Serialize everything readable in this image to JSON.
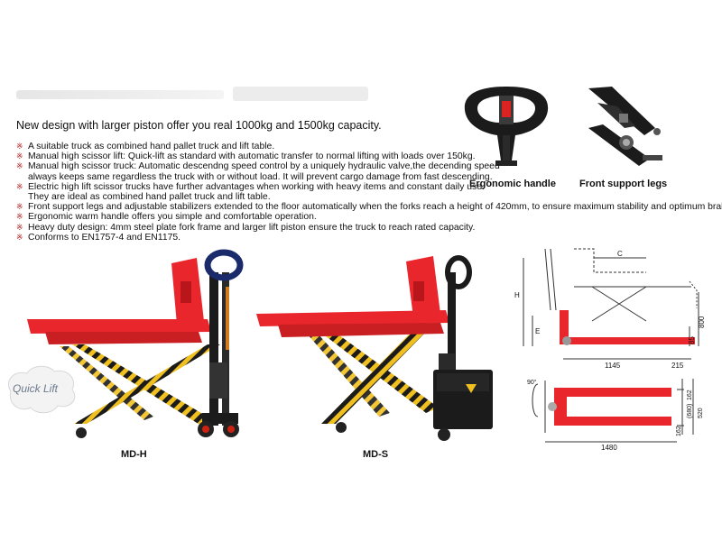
{
  "intro": "New design with larger piston offer you real 1000kg and 1500kg capacity.",
  "bullet_mark": "※",
  "features": [
    {
      "lines": [
        "A suitable truck as combined hand pallet truck and lift table."
      ]
    },
    {
      "lines": [
        "Manual high scissor lift: Quick-lift as standard with automatic transfer to normal lifting with loads over 150kg."
      ]
    },
    {
      "lines": [
        "Manual high scissor truck: Automatic descendng speed control by a uniquely hydraulic valve,the decending speed",
        "always keeps same regardless the truck with or without load. It will prevent cargo damage from fast descending."
      ]
    },
    {
      "lines": [
        "Electric high lift scissor trucks have further advantages when working with heavy items and constant daily use.",
        "They are ideal as combined hand pallet truck and lift table."
      ]
    },
    {
      "lines": [
        "Front support legs and adjustable stabilizers extended to the floor automatically when the forks reach a height of 420mm, to ensure maximum stability and optimum braking."
      ]
    },
    {
      "lines": [
        "Ergonomic warm handle offers you simple and comfortable operation."
      ]
    },
    {
      "lines": [
        "Heavy duty design: 4mm steel plate fork frame and larger lift piston ensure the truck to reach rated capacity."
      ]
    },
    {
      "lines": [
        "Conforms to EN1757-4 and EN1175."
      ]
    }
  ],
  "captions": {
    "ergonomic_handle": "Ergonomic handle",
    "front_support_legs": "Front support legs"
  },
  "models": {
    "left": "MD-H",
    "right": "MD-S"
  },
  "badge": "Quick Lift",
  "drawing": {
    "side": {
      "c": "C",
      "h": "H",
      "e": "E",
      "h800": "800",
      "h85": "85",
      "d1145": "1145",
      "d215": "215"
    },
    "top": {
      "angle": "90°",
      "w162a": "162",
      "w680": "(680)",
      "w162b": "162",
      "w520": "520",
      "l1480": "1480"
    }
  },
  "colors": {
    "red": "#e8262c",
    "black": "#1b1b1b",
    "stripe_yellow": "#f0c020",
    "bullet": "#b01818"
  }
}
